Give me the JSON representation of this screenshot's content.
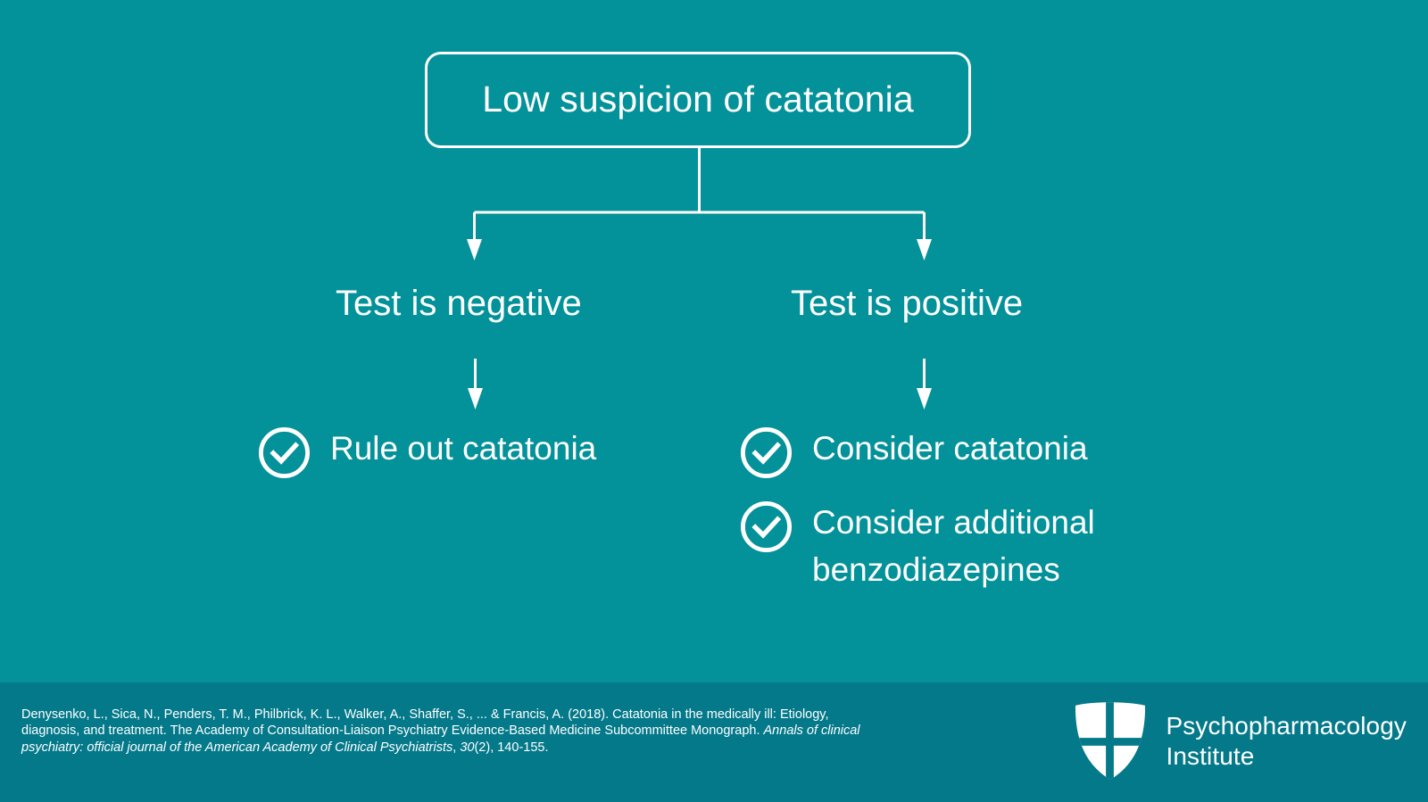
{
  "colors": {
    "background": "#03919a",
    "footer_background": "#04798a",
    "foreground": "#ffffff"
  },
  "diagram": {
    "type": "flowchart",
    "root": {
      "label": "Low suspicion of catatonia"
    },
    "branches": [
      {
        "title": "Test is negative",
        "outcomes": [
          {
            "icon": "check-circle-icon",
            "label": "Rule out catatonia"
          }
        ]
      },
      {
        "title": "Test is positive",
        "outcomes": [
          {
            "icon": "check-circle-icon",
            "label": "Consider catatonia"
          },
          {
            "icon": "check-circle-icon",
            "label": "Consider additional benzodiazepines"
          }
        ]
      }
    ]
  },
  "footer": {
    "citation": {
      "part1": "Denysenko, L., Sica, N., Penders, T. M., Philbrick, K. L., Walker, A., Shaffer, S., ... & Francis, A. (2018). Catatonia in the medically ill: Etiology, diagnosis, and treatment. The Academy of Consultation-Liaison Psychiatry Evidence-Based Medicine Subcommittee Monograph. ",
      "journal_italic": "Annals of clinical psychiatry: official journal of the American Academy of Clinical Psychiatrists",
      "part2": ", ",
      "volume_italic": "30",
      "part3": "(2), 140-155."
    },
    "brand": {
      "logo": "shield-cross-icon",
      "name_line1": "Psychopharmacology",
      "name_line2": "Institute"
    }
  }
}
